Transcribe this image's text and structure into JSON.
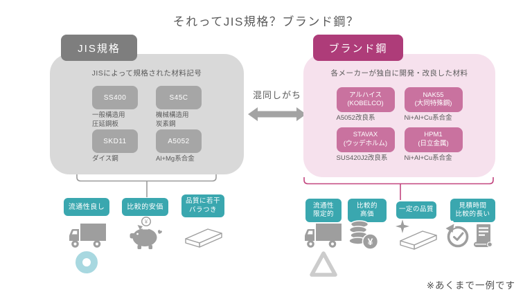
{
  "title": "それってJIS規格？ブランド鋼？",
  "footnote": "※あくまで一例です",
  "yen": "¥",
  "center": {
    "label": "混同しがち",
    "arrow_icon": "double-headed-arrow-icon"
  },
  "colors": {
    "jis_tab": "#7e7e7e",
    "jis_panel": "#d9d9d9",
    "jis_material_box": "#a6a6a6",
    "brand_tab": "#ae3c79",
    "brand_panel": "#f6e1ed",
    "brand_material_box": "#c9729f",
    "feature_chip": "#3aa7af",
    "icon_gray": "#9e9e9e",
    "good_mark_blue": "#a8d8e0",
    "bracket_left": "#9b9b9b",
    "bracket_right": "#c2457f"
  },
  "jis": {
    "tab": "JIS規格",
    "subtitle": "JISによって規格された材料記号",
    "materials": [
      {
        "code": "SS400",
        "desc": "一般構造用\n圧延鋼板"
      },
      {
        "code": "S45C",
        "desc": "機械構造用\n炭素鋼"
      },
      {
        "code": "SKD11",
        "desc": "ダイス鋼"
      },
      {
        "code": "A5052",
        "desc": "Al+Mg系合金"
      }
    ],
    "features": [
      {
        "label": "流通性良し",
        "icon": "truck-icon, circle-good-icon"
      },
      {
        "label": "比較的安価",
        "icon": "piggy-bank-icon"
      },
      {
        "label": "品質に若干\nバラつき",
        "icon": "steel-block-icon"
      }
    ]
  },
  "brand": {
    "tab": "ブランド鋼",
    "subtitle": "各メーカーが独自に開発・改良した材料",
    "materials": [
      {
        "code": "アルハイス\n(KOBELCO)",
        "desc": "A5052改良系"
      },
      {
        "code": "NAK55\n(大同特殊鋼)",
        "desc": "Ni+Al+Cu系合金"
      },
      {
        "code": "STAVAX\n(ウッデホルム)",
        "desc": "SUS420J2改良系"
      },
      {
        "code": "HPM1\n(日立金属)",
        "desc": "Ni+Al+Cu系合金"
      }
    ],
    "features": [
      {
        "label": "流通性\n限定的",
        "icon": "truck-icon, triangle-limited-icon"
      },
      {
        "label": "比較的\n高価",
        "icon": "coin-stack-icon"
      },
      {
        "label": "一定の品質",
        "icon": "sparkle-block-icon"
      },
      {
        "label": "見積時間\n比較的長い",
        "icon": "clock-arrow-icon, document-icon"
      }
    ]
  }
}
